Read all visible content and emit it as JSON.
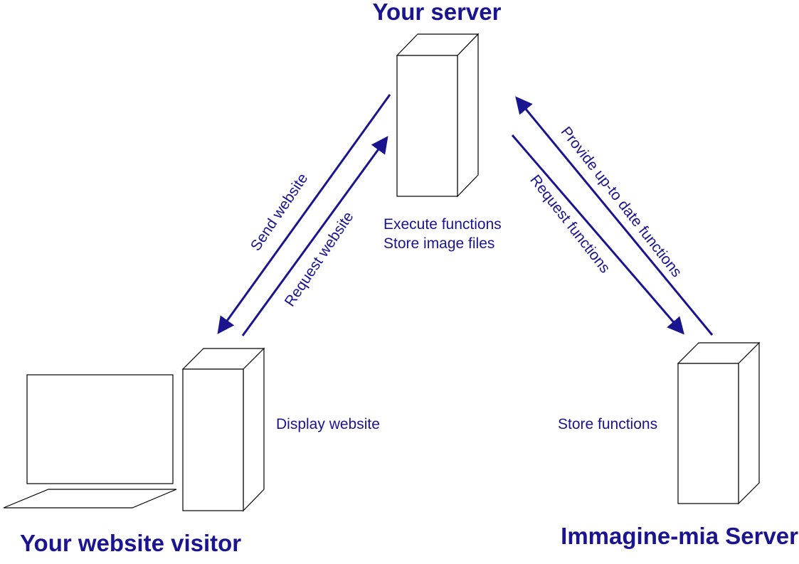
{
  "nodes": {
    "your_server": {
      "title": "Your server",
      "notes": [
        "Execute functions",
        "Store image files"
      ]
    },
    "visitor": {
      "title": "Your website visitor",
      "note": "Display website"
    },
    "immagine": {
      "title": "Immagine-mia Server",
      "note": "Store functions"
    }
  },
  "edges": [
    {
      "from": "your_server",
      "to": "visitor",
      "label": "Send website"
    },
    {
      "from": "visitor",
      "to": "your_server",
      "label": "Request website"
    },
    {
      "from": "your_server",
      "to": "immagine",
      "label": "Request functions"
    },
    {
      "from": "immagine",
      "to": "your_server",
      "label": "Provide up-to date functions"
    }
  ],
  "colors": {
    "accent": "#1a1490",
    "outline": "#000000"
  }
}
